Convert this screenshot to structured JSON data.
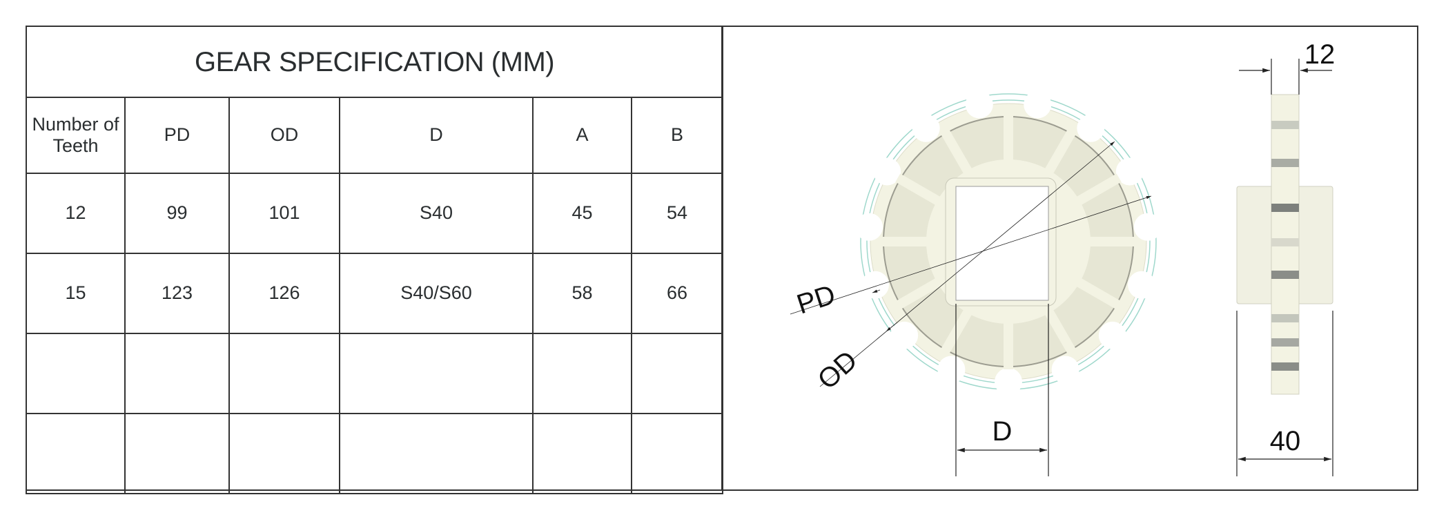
{
  "table": {
    "title": "GEAR SPECIFICATION (MM)",
    "headers": [
      "Number of Teeth",
      "PD",
      "OD",
      "D",
      "A",
      "B"
    ],
    "rows": [
      [
        "12",
        "99",
        "101",
        "S40",
        "45",
        "54"
      ],
      [
        "15",
        "123",
        "126",
        "S40/S60",
        "58",
        "66"
      ],
      [
        "",
        "",
        "",
        "",
        "",
        ""
      ],
      [
        "",
        "",
        "",
        "",
        "",
        ""
      ]
    ]
  },
  "drawing": {
    "front_labels": {
      "pd": "PD",
      "od": "OD",
      "d": "D"
    },
    "side_labels": {
      "width": "40",
      "tooth_width": "12"
    },
    "colors": {
      "gear": "#f3f3e3",
      "outline": "#9fd8cc",
      "line": "#222222"
    }
  }
}
